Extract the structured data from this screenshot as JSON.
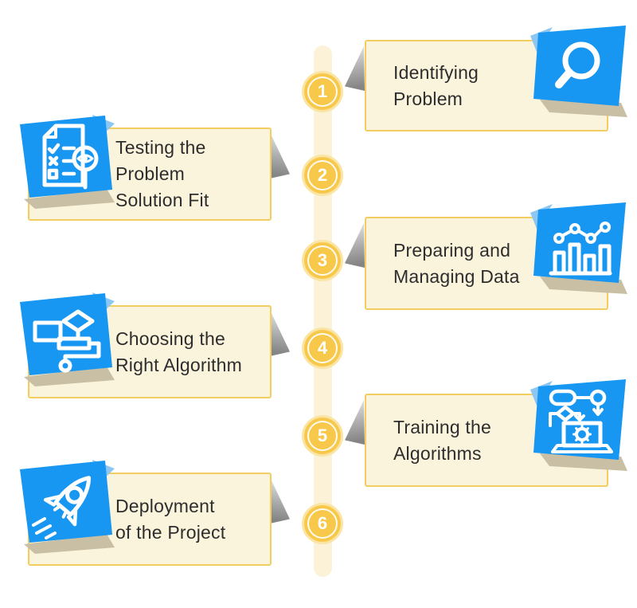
{
  "colors": {
    "accent_blue": "#1897F2",
    "accent_blue_light": "#8CC7F4",
    "card_fill": "#FBF4DC",
    "card_border": "#F1CE5F",
    "badge_gold": "#F7C84A",
    "badge_ring": "#FBE5A4",
    "timeline_bar": "#FBF2D7",
    "title_text": "#2D2D2D",
    "fold_gray": "#8E8E8E",
    "tile_shadow": "#C9BFA4"
  },
  "steps": [
    {
      "number": "1",
      "side": "right",
      "icon": "magnifier-icon",
      "title": "Identifying\nProblem"
    },
    {
      "number": "2",
      "side": "left",
      "icon": "checklist-review-icon",
      "title": "Testing the\nProblem\nSolution Fit"
    },
    {
      "number": "3",
      "side": "right",
      "icon": "bar-chart-icon",
      "title": "Preparing and\nManaging Data"
    },
    {
      "number": "4",
      "side": "left",
      "icon": "flowchart-icon",
      "title": "Choosing the\nRight Algorithm"
    },
    {
      "number": "5",
      "side": "right",
      "icon": "algorithm-training-icon",
      "title": "Training the\nAlgorithms"
    },
    {
      "number": "6",
      "side": "left",
      "icon": "rocket-icon",
      "title": "Deployment\nof the Project"
    }
  ]
}
